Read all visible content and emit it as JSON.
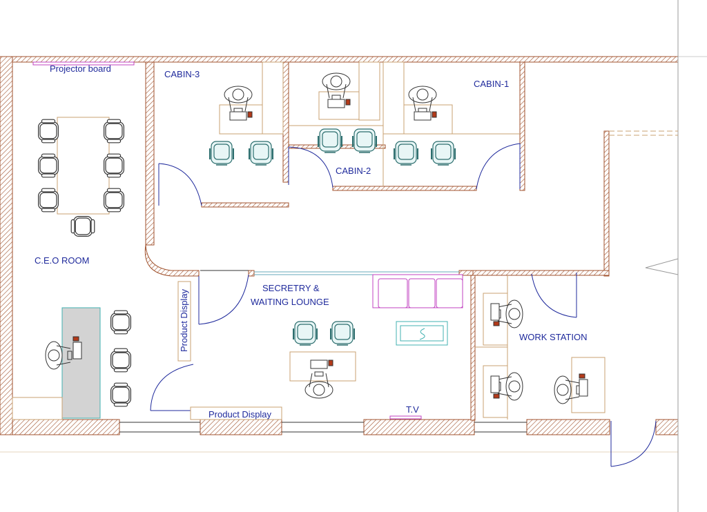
{
  "labels": {
    "projector_board": "Projector board",
    "cabin3": "CABIN-3",
    "cabin2": "CABIN-2",
    "cabin1": "CABIN-1",
    "ceo_room": "C.E.O ROOM",
    "secretary_1": "SECRETRY &",
    "secretary_2": "WAITING LOUNGE",
    "work_station": "WORK STATION",
    "product_display_v": "Product Display",
    "product_display_h": "Product Display",
    "tv": "T.V"
  },
  "colors": {
    "wall": "#a0522d",
    "text": "#1f2a9c",
    "furniture": "#c8a070",
    "chair_teal": "#2c6e6e",
    "sofa": "#c040c0",
    "tv_panel": "#40b0b0",
    "ceo_desk": "#d3d3d3"
  }
}
